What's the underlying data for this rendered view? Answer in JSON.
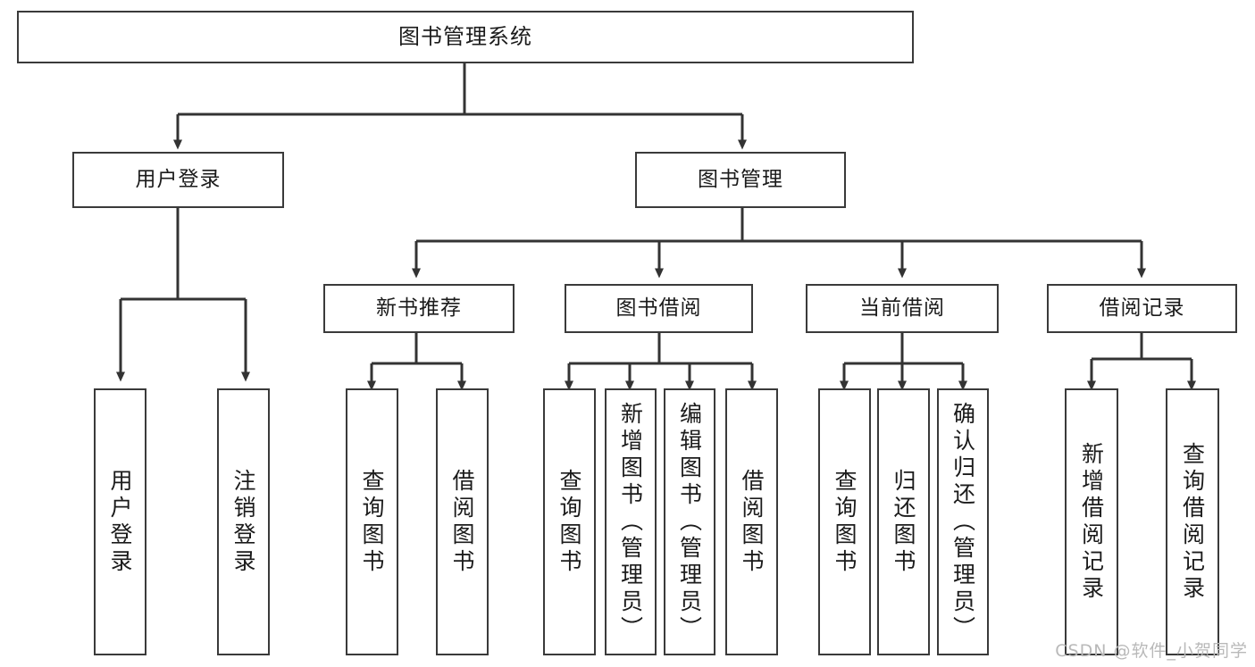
{
  "diagram": {
    "title": "图书管理系统",
    "type": "tree-hierarchy-flowchart",
    "colors": {
      "box_border": "#3a3a3a",
      "box_fill": "#ffffff",
      "connector": "#333333",
      "text": "#1b1b1b",
      "watermark": "#b9b9b9"
    },
    "root": {
      "label": "图书管理系统"
    },
    "level2": [
      {
        "label": "用户登录"
      },
      {
        "label": "图书管理"
      }
    ],
    "level3": [
      {
        "label": "新书推荐"
      },
      {
        "label": "图书借阅"
      },
      {
        "label": "当前借阅"
      },
      {
        "label": "借阅记录"
      }
    ],
    "leaves": {
      "user_login": [
        {
          "label": "用户登录"
        },
        {
          "label": "注销登录"
        }
      ],
      "new_book_recommend": [
        {
          "label": "查询图书"
        },
        {
          "label": "借阅图书"
        }
      ],
      "book_borrow": [
        {
          "label": "查询图书"
        },
        {
          "label": "新增图书（管理员）"
        },
        {
          "label": "编辑图书（管理员）"
        },
        {
          "label": "借阅图书"
        }
      ],
      "current_borrow": [
        {
          "label": "查询图书"
        },
        {
          "label": "归还图书"
        },
        {
          "label": "确认归还（管理员）"
        }
      ],
      "borrow_record": [
        {
          "label": "新增借阅记录"
        },
        {
          "label": "查询借阅记录"
        }
      ]
    },
    "watermark": "CSDN @软件_小贺同学"
  }
}
